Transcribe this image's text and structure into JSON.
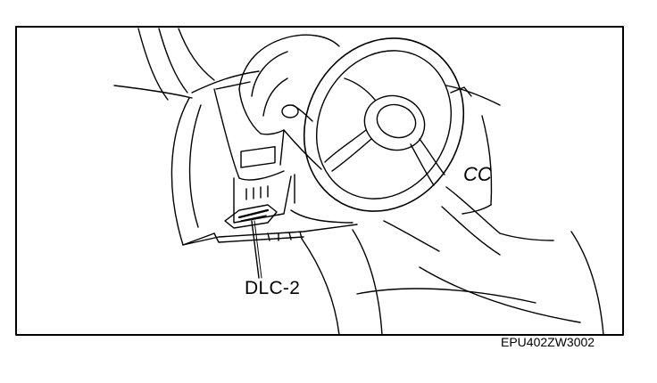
{
  "figure": {
    "callout_label": "DLC-2",
    "figure_code": "EPU402ZW3002",
    "dash_marking": "CC"
  },
  "colors": {
    "ink": "#000000",
    "paper": "#ffffff"
  }
}
